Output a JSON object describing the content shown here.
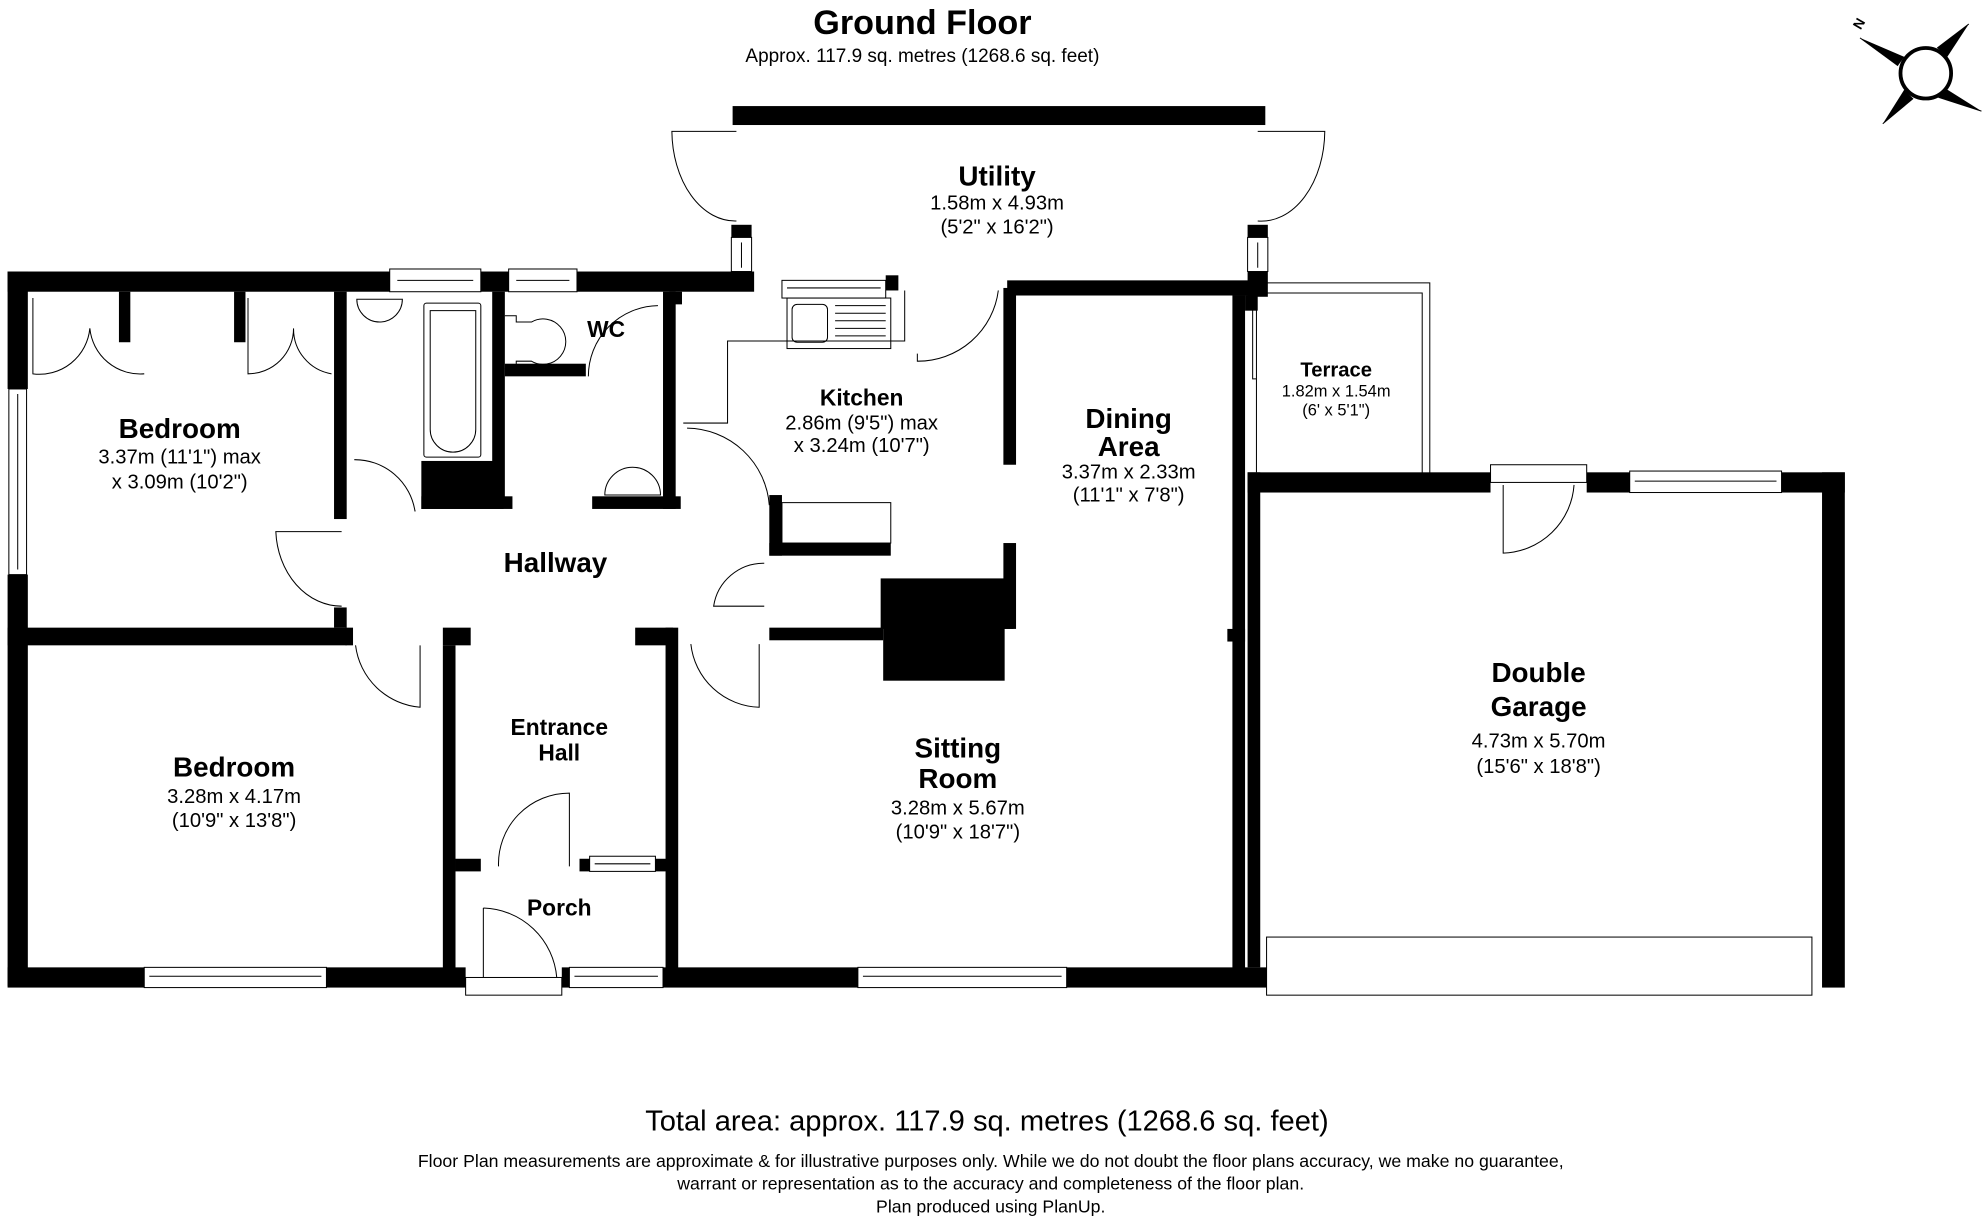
{
  "header": {
    "title": "Ground Floor",
    "subtitle": "Approx. 117.9 sq. metres (1268.6 sq. feet)"
  },
  "compass": {
    "icon": "compass-north-arrow-icon",
    "label": "N"
  },
  "rooms": {
    "utility": {
      "name": "Utility",
      "dim_m": "1.58m x 4.93m",
      "dim_ft": "(5'2\" x 16'2\")"
    },
    "bedroom1": {
      "name": "Bedroom",
      "dim_line1": "3.37m (11'1\") max",
      "dim_line2": "x 3.09m (10'2\")"
    },
    "wc": {
      "name": "WC"
    },
    "kitchen": {
      "name": "Kitchen",
      "dim_line1": "2.86m (9'5\") max",
      "dim_line2": "x 3.24m (10'7\")"
    },
    "dining": {
      "name_line1": "Dining",
      "name_line2": "Area",
      "dim_m": "3.37m x 2.33m",
      "dim_ft": "(11'1\" x 7'8\")"
    },
    "terrace": {
      "name": "Terrace",
      "dim_m": "1.82m x 1.54m",
      "dim_ft": "(6' x 5'1\")"
    },
    "hallway": {
      "name": "Hallway"
    },
    "bedroom2": {
      "name": "Bedroom",
      "dim_m": "3.28m x 4.17m",
      "dim_ft": "(10'9\" x 13'8\")"
    },
    "entrance_hall": {
      "name_line1": "Entrance",
      "name_line2": "Hall"
    },
    "porch": {
      "name": "Porch"
    },
    "sitting": {
      "name_line1": "Sitting",
      "name_line2": "Room",
      "dim_m": "3.28m x 5.67m",
      "dim_ft": "(10'9\" x 18'7\")"
    },
    "garage": {
      "name_line1": "Double",
      "name_line2": "Garage",
      "dim_m": "4.73m x 5.70m",
      "dim_ft": "(15'6\" x 18'8\")"
    }
  },
  "footer": {
    "total_area": "Total area: approx. 117.9 sq. metres (1268.6 sq. feet)",
    "disclaimer_line1": "Floor Plan measurements are approximate & for illustrative purposes only. While we do not doubt the floor plans accuracy, we make no guarantee,",
    "disclaimer_line2": "warrant or representation as to the accuracy and completeness of the floor plan.",
    "credit": "Plan produced using PlanUp."
  }
}
